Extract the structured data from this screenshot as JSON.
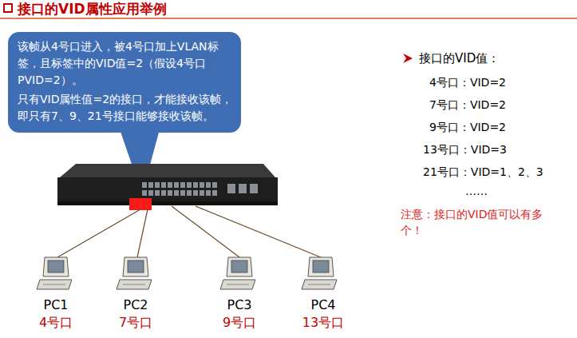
{
  "diagram": {
    "title": "接口的VID属性应用举例",
    "nodes": [
      {
        "text": [
          "该帧从4号口进入，被4号口加上VLAN标签，且标签中的VID值=2（假设4号口 PVID=2）。",
          "只有VID属性值=2的接口，才能接收该帧，即只有7、9、21号接口能够接收该帧。"
        ]
      }
    ],
    "labels": [
      "PC1",
      "4号口",
      "PC2",
      "7号口",
      "PC3",
      "9号口",
      "PC4",
      "13号口",
      "接口的VID值：",
      "4号口：VID=2",
      "7号口：VID=2",
      "9号口：VID=2",
      "13号口：VID=3",
      "21号口：VID=1、2、3",
      "……",
      "注意：接口的VID值可以有多个！"
    ]
  }
}
